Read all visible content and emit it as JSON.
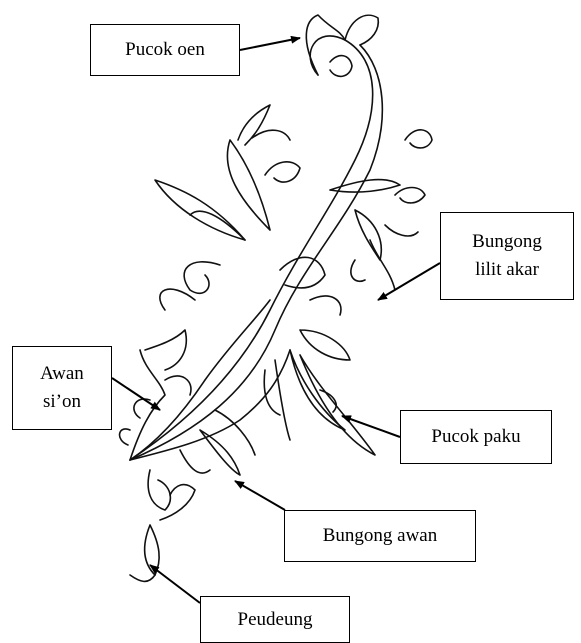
{
  "labels": {
    "pucok_oen": "Pucok oen",
    "bungong_lilit_akar": "Bungong\nlilit akar",
    "awan_sion": "Awan\nsi’on",
    "pucok_paku": "Pucok paku",
    "bungong_awan": "Bungong awan",
    "peudeung": "Peudeung"
  }
}
